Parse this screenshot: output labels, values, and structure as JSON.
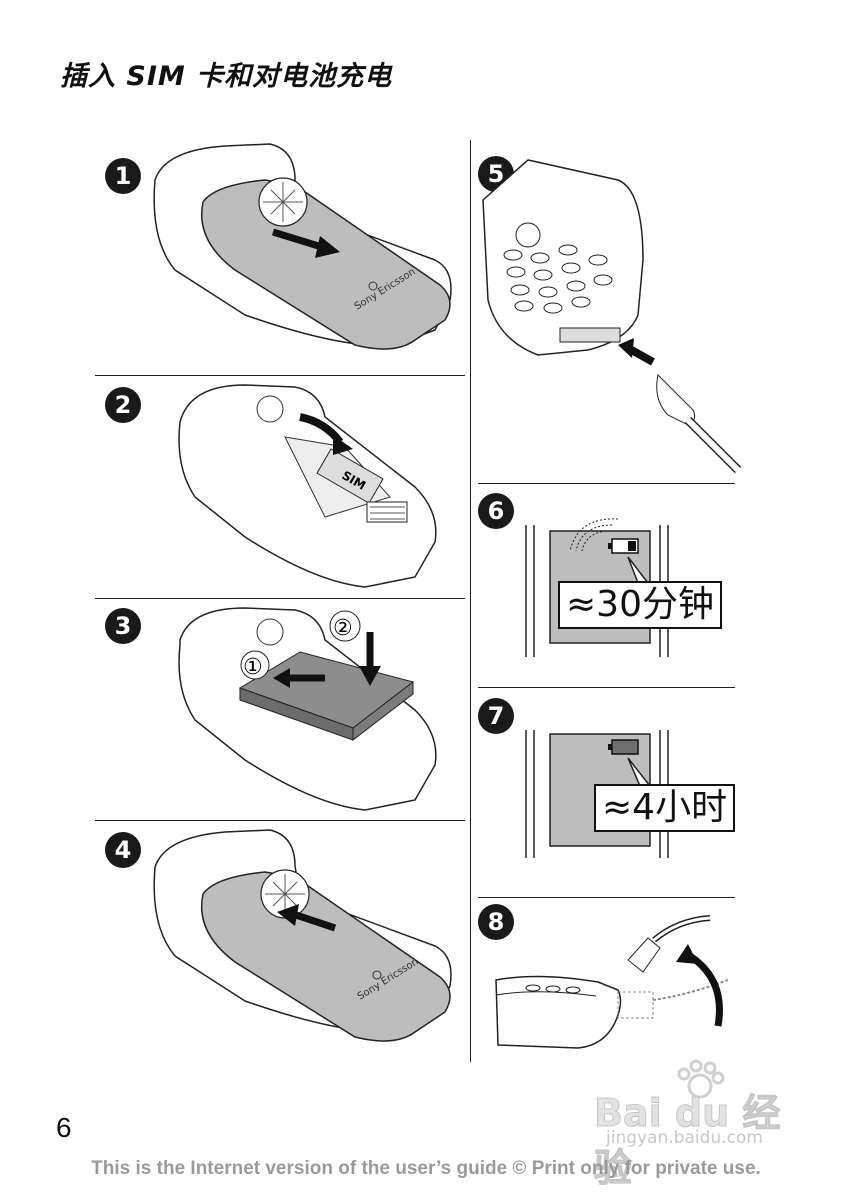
{
  "page": {
    "title": "插入 SIM 卡和对电池充电",
    "page_number": "6",
    "footer": "This is the Internet version of the user’s guide © Print only for private use."
  },
  "steps": [
    {
      "number": "1",
      "brand": "Sony Ericsson"
    },
    {
      "number": "2",
      "sim_label": "SIM"
    },
    {
      "number": "3",
      "sub1": "①",
      "sub2": "②"
    },
    {
      "number": "4",
      "brand": "Sony Ericsson"
    },
    {
      "number": "5"
    },
    {
      "number": "6",
      "callout": "≈30分钟"
    },
    {
      "number": "7",
      "callout": "≈4小时"
    },
    {
      "number": "8"
    }
  ],
  "watermark": {
    "brand": "Bai du 经验",
    "site": "jingyan.baidu.com"
  },
  "colors": {
    "badge": "#1a1a1a",
    "cover": "#bdbdbd",
    "footer": "#9a9a9a"
  }
}
